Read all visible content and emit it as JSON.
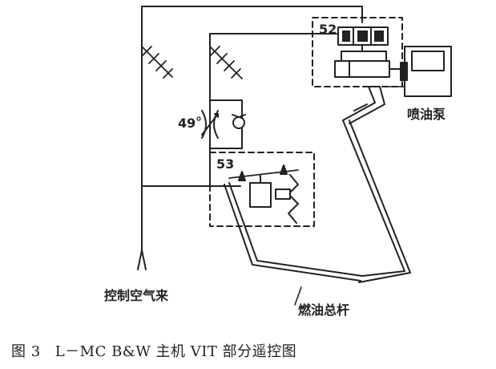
{
  "diagram": {
    "labels": {
      "valve_52": "52",
      "valve_53": "53",
      "throttle_49": "49",
      "injection_pump": "喷油泵",
      "control_air_in": "控制空气来",
      "fuel_linkage": "燃油总杆"
    }
  },
  "caption": {
    "figure_no": "图 3",
    "title": "L－MC B&W 主机 VIT 部分遥控图"
  }
}
